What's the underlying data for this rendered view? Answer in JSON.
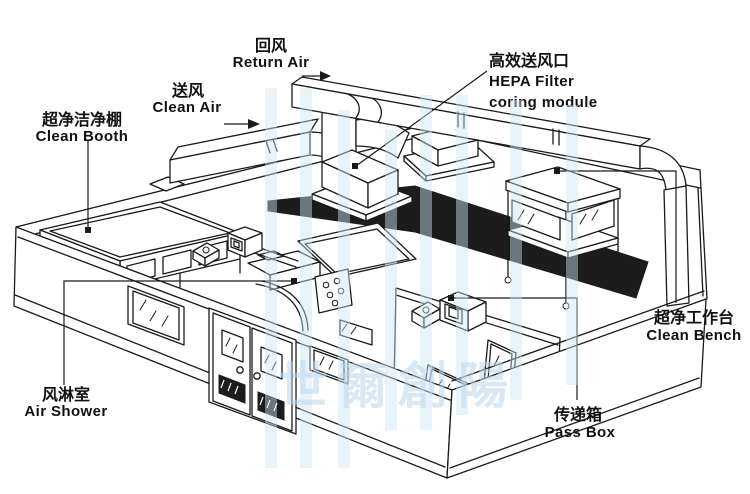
{
  "diagram": {
    "title_hint": "cleanroom isometric layout diagram",
    "labels": {
      "clean_booth": {
        "zh": "超净洁净棚",
        "en": "Clean Booth"
      },
      "clean_air": {
        "zh": "送风",
        "en": "Clean Air"
      },
      "return_air": {
        "zh": "回风",
        "en": "Return Air"
      },
      "hepa": {
        "zh": "高效送风口",
        "en1": "HEPA Filter",
        "en2": "coring module"
      },
      "clean_bench": {
        "zh": "超净工作台",
        "en": "Clean Bench"
      },
      "air_shower": {
        "zh": "风淋室",
        "en": "Air Shower"
      },
      "pass_box": {
        "zh": "传递箱",
        "en": "Pass Box"
      }
    },
    "colors": {
      "line": "#1a1a1a",
      "ceiling_plenum": "#1c1c1c",
      "watermark": "#bcd8ee",
      "background": "#ffffff"
    },
    "watermark_text": "世爾創陽"
  }
}
